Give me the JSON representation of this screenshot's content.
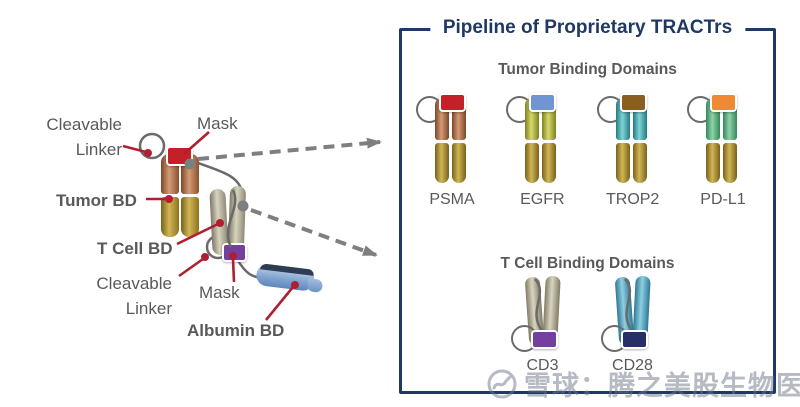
{
  "left_diagram": {
    "labels": {
      "cleavable_linker_1_line1": "Cleavable",
      "cleavable_linker_1_line2": "Linker",
      "mask_top": "Mask",
      "tumor_bd": "Tumor BD",
      "t_cell_bd": "T Cell BD",
      "cleavable_linker_2_line1": "Cleavable",
      "cleavable_linker_2_line2": "Linker",
      "mask_bottom": "Mask",
      "albumin_bd": "Albumin BD"
    },
    "colors": {
      "tumor_bd_top": "#b5714a",
      "tumor_bd_bottom": "#c9a93f",
      "mask_top": "#c32127",
      "t_cell_bd_body": "#cfc9b4",
      "mask_bottom": "#7440a0",
      "albumin_bd": "#7fa3cf",
      "leader_line": "#b01f30",
      "connector_gray": "#7f7f7f"
    }
  },
  "pipeline": {
    "title": "Pipeline of Proprietary TRACTrs",
    "tumor_section_title": "Tumor Binding Domains",
    "tcell_section_title": "T Cell Binding Domains",
    "common_stalk": {
      "stalk_dark": "#77611d",
      "stalk_light": "#d2b654"
    },
    "tumor_domains": [
      {
        "label": "PSMA",
        "body_dark": "#7c462a",
        "body_light": "#d49b74",
        "mask": "#c32127"
      },
      {
        "label": "EGFR",
        "body_dark": "#7f811f",
        "body_light": "#d8d96b",
        "mask": "#6f95d2"
      },
      {
        "label": "TROP2",
        "body_dark": "#237a82",
        "body_light": "#7fd4d6",
        "mask": "#8a5e1e"
      },
      {
        "label": "PD-L1",
        "body_dark": "#35875a",
        "body_light": "#8fd2a8",
        "mask": "#ef8a32"
      }
    ],
    "tcell_domains": [
      {
        "label": "CD3",
        "body_dark": "#817b64",
        "body_light": "#d9d4c0",
        "mask": "#7440a0"
      },
      {
        "label": "CD28",
        "body_dark": "#2d7795",
        "body_light": "#8ecfe0",
        "mask": "#272e68"
      }
    ],
    "panel_border_color": "#203864",
    "title_color": "#1f3864"
  },
  "watermark": {
    "logo": "xueqiu-snowball-icon",
    "text": "雪球：腾之美股生物医药"
  }
}
